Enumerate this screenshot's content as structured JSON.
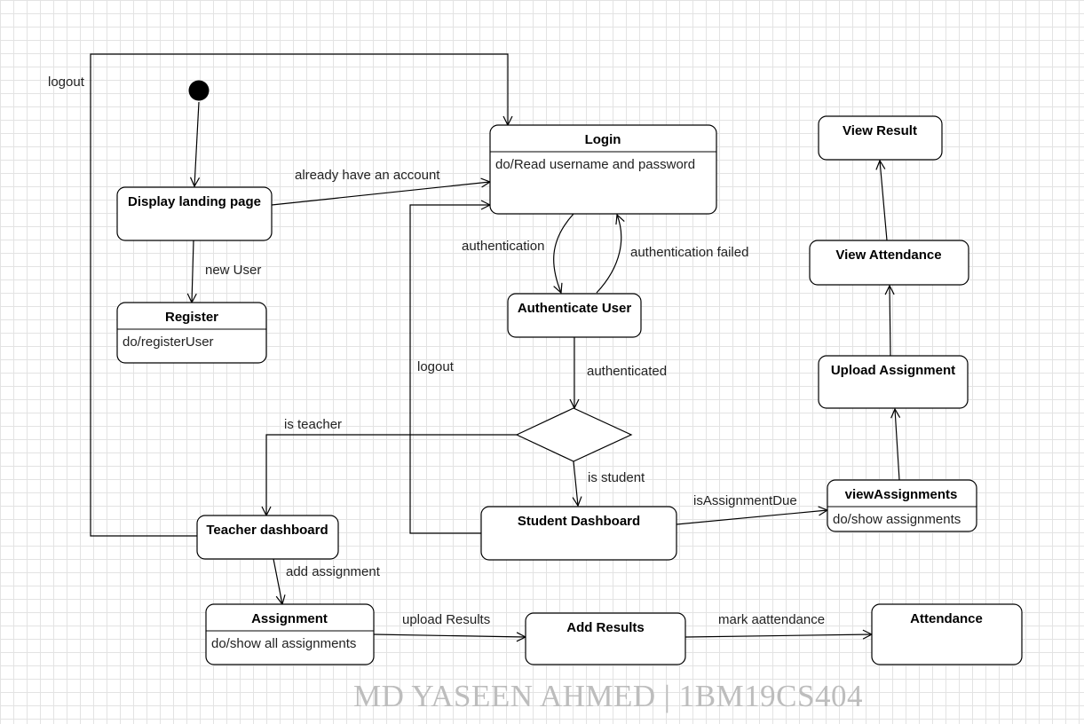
{
  "states": {
    "landing": {
      "title": "Display landing page"
    },
    "register": {
      "title": "Register",
      "activity": "do/registerUser"
    },
    "login": {
      "title": "Login",
      "activity": "do/Read username and password"
    },
    "authenticate": {
      "title": "Authenticate User"
    },
    "teacher_dashboard": {
      "title": "Teacher dashboard"
    },
    "student_dashboard": {
      "title": "Student Dashboard"
    },
    "assignment": {
      "title": "Assignment",
      "activity": "do/show all assignments"
    },
    "add_results": {
      "title": "Add Results"
    },
    "attendance": {
      "title": "Attendance"
    },
    "view_assignments": {
      "title": "viewAssignments",
      "activity": "do/show assignments"
    },
    "upload_assignment": {
      "title": "Upload Assignment"
    },
    "view_attendance": {
      "title": "View Attendance"
    },
    "view_result": {
      "title": "View Result"
    }
  },
  "transitions": {
    "logout_top": "logout",
    "already_account": "already have an account",
    "new_user": "new User",
    "authentication": "authentication",
    "authentication_failed": "authentication failed",
    "authenticated": "authenticated",
    "logout_student": "logout",
    "is_teacher": "is teacher",
    "is_student": "is student",
    "is_assignment_due": "isAssignmentDue",
    "add_assignment": "add assignment",
    "upload_results": "upload Results",
    "mark_attendance": "mark aattendance"
  },
  "watermark": "MD YASEEN AHMED | 1BM19CS404"
}
